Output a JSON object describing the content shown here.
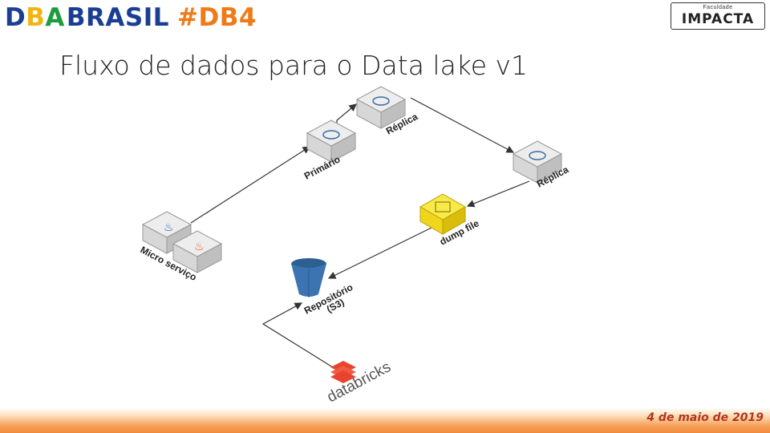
{
  "header": {
    "brand_d": "D",
    "brand_b": "B",
    "brand_a": "A",
    "brand_word": "BRASIL",
    "brand_tag": "#DB4",
    "logo_small": "Faculdade",
    "logo_big": "IMPACTA"
  },
  "slide": {
    "title": "Fluxo de dados para o Data lake v1"
  },
  "nodes": {
    "micro_servico": {
      "label": "Micro serviço",
      "icon": "java-server-icon"
    },
    "primario": {
      "label": "Primário",
      "icon": "mysql-server-icon"
    },
    "replica_1": {
      "label": "Réplica",
      "icon": "mysql-server-icon"
    },
    "replica_2": {
      "label": "Réplica",
      "icon": "mysql-server-icon"
    },
    "dump_file": {
      "label": "dump file",
      "icon": "dump-file-icon"
    },
    "repositorio": {
      "label": "Repositório (S3)",
      "line1": "Repositório",
      "line2": "(S3)",
      "icon": "s3-bucket-icon"
    },
    "databricks": {
      "label": "databricks",
      "icon": "databricks-logo-icon"
    }
  },
  "colors": {
    "arrow": "#333333",
    "server_top": "#e6e6e6",
    "server_side": "#c9c9c9",
    "dump": "#f5dc1e",
    "bucket": "#3b6fa6",
    "databricks": "#e8432e",
    "date": "#b3361b"
  },
  "footer": {
    "date": "4 de maio de 2019"
  }
}
